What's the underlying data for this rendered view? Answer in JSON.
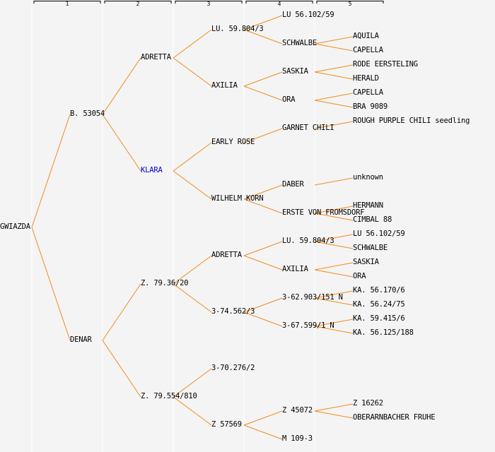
{
  "title": "Pedigree: GWIAZDA",
  "generations": [
    "1",
    "2",
    "3",
    "4",
    "5"
  ],
  "colors": {
    "background": "#f4f4f4",
    "line": "#f08c1e",
    "text": "#000000",
    "highlight": "#0000cc",
    "divider": "#ffffff"
  },
  "tree": {
    "name": "GWIAZDA",
    "row": 15,
    "children": [
      {
        "name": "B. 53054",
        "row": 7,
        "children": [
          {
            "name": "ADRETTA",
            "row": 3,
            "children": [
              {
                "name": "LU. 59.804/3",
                "row": 1,
                "children": [
                  {
                    "name": "LU 56.102/59",
                    "row": 0
                  },
                  {
                    "name": "SCHWALBE",
                    "row": 2,
                    "children": [
                      {
                        "name": "AQUILA",
                        "row": 1.5
                      },
                      {
                        "name": "CAPELLA",
                        "row": 2.5
                      }
                    ]
                  }
                ]
              },
              {
                "name": "AXILIA",
                "row": 5,
                "children": [
                  {
                    "name": "SASKIA",
                    "row": 4,
                    "children": [
                      {
                        "name": "RODE EERSTELING",
                        "row": 3.5
                      },
                      {
                        "name": "HERALD",
                        "row": 4.5
                      }
                    ]
                  },
                  {
                    "name": "ORA",
                    "row": 6,
                    "children": [
                      {
                        "name": "CAPELLA",
                        "row": 5.5
                      },
                      {
                        "name": "BRA 9089",
                        "row": 6.5
                      }
                    ]
                  }
                ]
              }
            ]
          },
          {
            "name": "KLARA",
            "row": 11,
            "highlight": true,
            "children": [
              {
                "name": "EARLY ROSE",
                "row": 9,
                "children": [
                  {
                    "name": "GARNET CHILI",
                    "row": 8,
                    "children": [
                      {
                        "name": "ROUGH PURPLE CHILI seedling",
                        "row": 7.5
                      }
                    ]
                  }
                ]
              },
              {
                "name": "WILHELM KORN",
                "row": 13,
                "children": [
                  {
                    "name": "DABER",
                    "row": 12,
                    "children": [
                      {
                        "name": "unknown",
                        "row": 11.5
                      }
                    ]
                  },
                  {
                    "name": "ERSTE VON FROMSDORF",
                    "row": 14,
                    "children": [
                      {
                        "name": "HERMANN",
                        "row": 13.5
                      },
                      {
                        "name": "CIMBAL 88",
                        "row": 14.5
                      }
                    ]
                  }
                ]
              }
            ]
          }
        ]
      },
      {
        "name": "DENAR",
        "row": 23,
        "children": [
          {
            "name": "Z. 79.36/20",
            "row": 19,
            "children": [
              {
                "name": "ADRETTA",
                "row": 17,
                "children": [
                  {
                    "name": "LU. 59.804/3",
                    "row": 16,
                    "children": [
                      {
                        "name": "LU 56.102/59",
                        "row": 15.5
                      },
                      {
                        "name": "SCHWALBE",
                        "row": 16.5
                      }
                    ]
                  },
                  {
                    "name": "AXILIA",
                    "row": 18,
                    "children": [
                      {
                        "name": "SASKIA",
                        "row": 17.5
                      },
                      {
                        "name": "ORA",
                        "row": 18.5
                      }
                    ]
                  }
                ]
              },
              {
                "name": "3-74.562/3",
                "row": 21,
                "children": [
                  {
                    "name": "3-62.903/151 N",
                    "row": 20,
                    "children": [
                      {
                        "name": "KA. 56.170/6",
                        "row": 19.5
                      },
                      {
                        "name": "KA. 56.24/75",
                        "row": 20.5
                      }
                    ]
                  },
                  {
                    "name": "3-67.599/1 N",
                    "row": 22,
                    "children": [
                      {
                        "name": "KA. 59.415/6",
                        "row": 21.5
                      },
                      {
                        "name": "KA. 56.125/188",
                        "row": 22.5
                      }
                    ]
                  }
                ]
              }
            ]
          },
          {
            "name": "Z. 79.554/810",
            "row": 27,
            "children": [
              {
                "name": "3-70.276/2",
                "row": 25
              },
              {
                "name": "Z 57569",
                "row": 29,
                "children": [
                  {
                    "name": "Z 45072",
                    "row": 28,
                    "children": [
                      {
                        "name": "Z 16262",
                        "row": 27.5
                      },
                      {
                        "name": "OBERARNBACHER FRUHE",
                        "row": 28.5
                      }
                    ]
                  },
                  {
                    "name": "M 109-3",
                    "row": 30
                  }
                ]
              }
            ]
          }
        ]
      }
    ]
  }
}
